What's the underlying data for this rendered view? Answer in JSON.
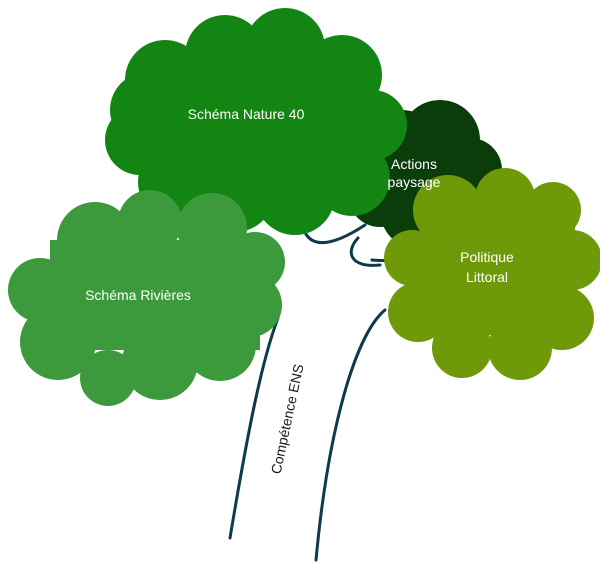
{
  "trunk": {
    "label": "Compétence ENS",
    "color": "#0f3a4a"
  },
  "clouds": {
    "nature": {
      "label": "Schéma Nature 40",
      "color": "#128512"
    },
    "paysage": {
      "line1": "Actions",
      "line2": "paysage",
      "color": "#0b3d0b"
    },
    "rivieres": {
      "label": "Schéma Rivières",
      "color": "#3c9a3c"
    },
    "littoral": {
      "line1": "Politique",
      "line2": "Littoral",
      "color": "#6e9a0a"
    }
  }
}
